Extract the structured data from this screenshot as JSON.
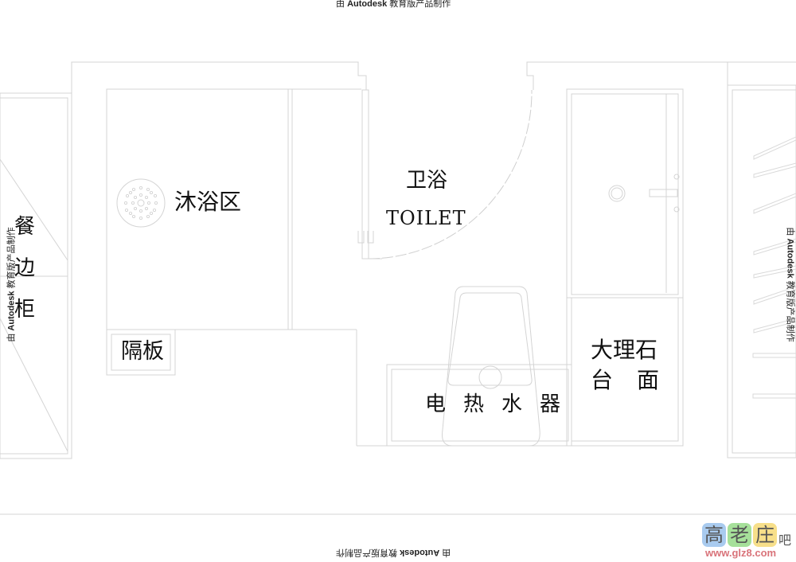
{
  "watermark": {
    "prefix": "由",
    "brand": "Autodesk",
    "suffix": "教育版产品制作"
  },
  "rooms": {
    "shower": {
      "label": "沐浴区"
    },
    "toilet": {
      "label_cn": "卫浴",
      "label_en": "TOILET"
    },
    "partition": {
      "label": "隔板"
    },
    "sideboard": {
      "chars": [
        "餐",
        "边",
        "柜"
      ]
    },
    "water_heater": {
      "chars": [
        "电",
        "热",
        "水",
        "器"
      ]
    },
    "marble_counter": {
      "line1": "大理石",
      "line2_a": "台",
      "line2_b": "面"
    }
  },
  "logo": {
    "tiles": [
      "高",
      "老",
      "庄"
    ],
    "suffix": "吧",
    "url": "www.glz8.com"
  },
  "colors": {
    "line": "#d4d4d4",
    "text": "#111111",
    "logo_blue": "#a9cbef",
    "logo_green": "#a6e09a",
    "logo_yellow": "#f7df8a",
    "logo_url": "#d9737a"
  }
}
